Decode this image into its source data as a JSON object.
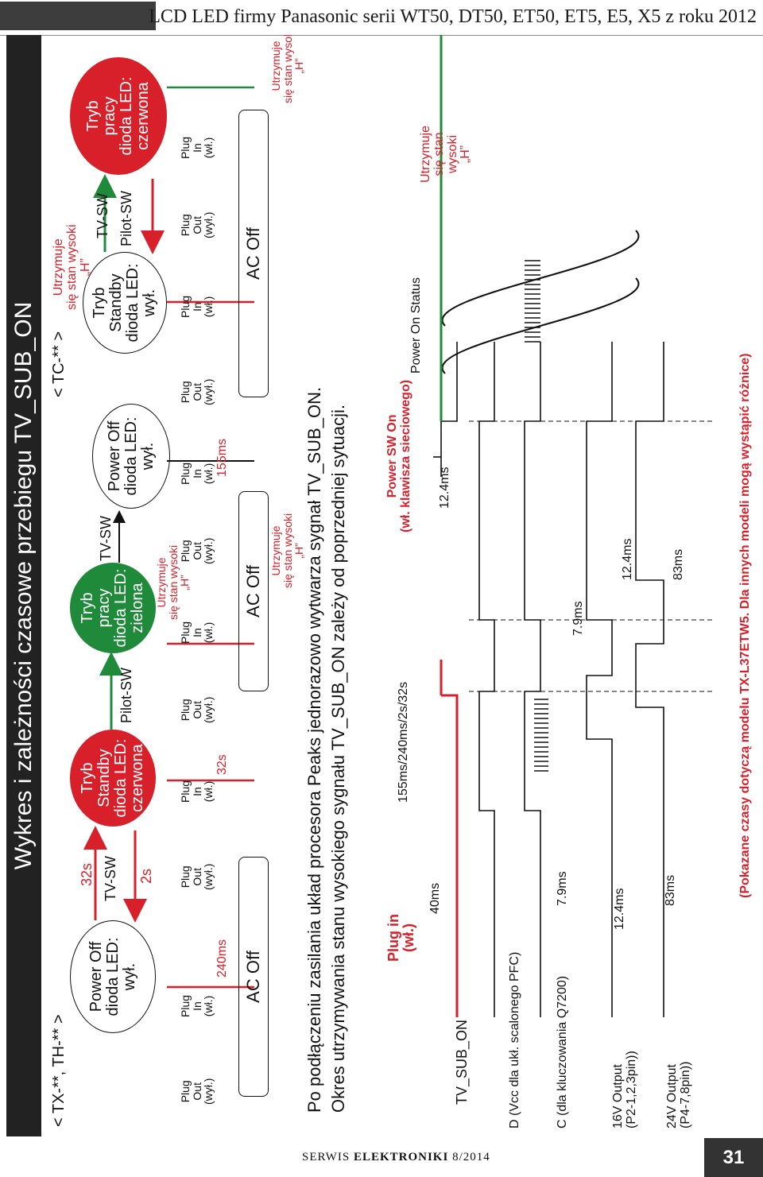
{
  "header": {
    "title": "LCD LED firmy Panasonic serii WT50, DT50, ET50, ET5, E5, X5 z roku 2012"
  },
  "figure": {
    "title": "Wykres i zależności czasowe przebiegu TV_SUB_ON",
    "tx_label": "< TX-**, TH-** >",
    "tc_label": "< TC-** >",
    "states": {
      "power_off": [
        "Power Off",
        "dioda LED:",
        "wył."
      ],
      "standby_red": [
        "Tryb",
        "Standby",
        "dioda LED:",
        "czerwona"
      ],
      "work_green": [
        "Tryb",
        "pracy",
        "dioda LED:",
        "zielona"
      ],
      "power_off_2": [
        "Power Off",
        "dioda LED:",
        "wył."
      ],
      "standby_tc": [
        "Tryb",
        "Standby",
        "dioda LED:",
        "wył."
      ],
      "work_red": [
        "Tryb",
        "pracy",
        "dioda LED:",
        "czerwona"
      ]
    },
    "transitions": {
      "tv_sw": "TV-SW",
      "pilot_sw": "Pilot-SW",
      "t32s": "32s",
      "t2s": "2s",
      "tv_sw_2": "TV-SW",
      "tv_sw_3": "TV-SW",
      "pilot_sw_3": "Pilot-SW"
    },
    "plug": {
      "out": [
        "Plug",
        "Out",
        "(wył.)"
      ],
      "in": [
        "Plug",
        "In",
        "(wł.)"
      ],
      "t240": "240ms",
      "t32s": "32s",
      "t155": "155ms"
    },
    "hold": [
      "Utrzymuje",
      "się stan wysoki",
      "„H”"
    ],
    "ac_off": "AC Off",
    "paragraph": [
      "Po podłączeniu zasilania układ procesora Peaks jednorazowo wytwarza sygnał TV_SUB_ON.",
      "Okres utrzymywania stanu wysokiego sygnału TV_SUB_ON zależy od poprzedniej sytuacji."
    ],
    "timing": {
      "plug_in": [
        "Plug in",
        "(wł.)"
      ],
      "seq": "155ms/240ms/2s/32s",
      "power_sw": [
        "Power SW On",
        "(wł. klawisza sieciowego)"
      ],
      "power_status": "Power On Status",
      "hold_right": [
        "Utrzymuje",
        "się stan",
        "wysoki",
        "„H”"
      ],
      "signals": [
        "TV_SUB_ON",
        "D (Vcc dla ukł. scalonego PFC)",
        "C (dla kluczowania Q7200)",
        "16V Output",
        "(P2-1,2,3pin))",
        "24V Output",
        "(P4-7,8pin))"
      ],
      "t40": "40ms",
      "t79a": "7.9ms",
      "t124a": "12.4ms",
      "t83a": "83ms",
      "t124b": "12.4ms",
      "t79b": "7.9ms",
      "t124c": "12.4ms",
      "t83b": "83ms",
      "note": "(Pokazane czasy dotyczą modelu TX-L37ETW5. Dla innych modeli mogą wystąpić różnice)"
    }
  },
  "footer": {
    "magazine_a": "SERWIS",
    "magazine_b": "ELEKTRONIKI",
    "issue": "8/2014",
    "page": "31"
  },
  "colors": {
    "red": "#d8202a",
    "green": "#1f8a3a",
    "dark": "#222222"
  }
}
